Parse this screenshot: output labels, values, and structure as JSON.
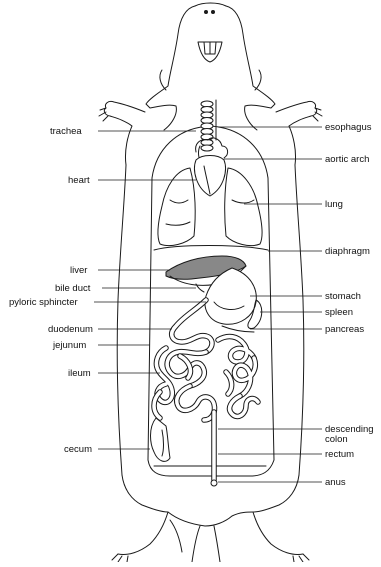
{
  "labels_left": [
    {
      "key": "trachea",
      "text": "trachea"
    },
    {
      "key": "heart",
      "text": "heart"
    },
    {
      "key": "liver",
      "text": "liver"
    },
    {
      "key": "bile_duct",
      "text": "bile duct"
    },
    {
      "key": "pyloric_sphincter",
      "text": "pyloric sphincter"
    },
    {
      "key": "duodenum",
      "text": "duodenum"
    },
    {
      "key": "jejunum",
      "text": "jejunum"
    },
    {
      "key": "ileum",
      "text": "ileum"
    },
    {
      "key": "cecum",
      "text": "cecum"
    }
  ],
  "labels_right": [
    {
      "key": "esophagus",
      "text": "esophagus"
    },
    {
      "key": "aortic_arch",
      "text": "aortic arch"
    },
    {
      "key": "lung",
      "text": "lung"
    },
    {
      "key": "diaphragm",
      "text": "diaphragm"
    },
    {
      "key": "stomach",
      "text": "stomach"
    },
    {
      "key": "spleen",
      "text": "spleen"
    },
    {
      "key": "pancreas",
      "text": "pancreas"
    },
    {
      "key": "descending_colon_1",
      "text": "descending"
    },
    {
      "key": "descending_colon_2",
      "text": "colon"
    },
    {
      "key": "rectum",
      "text": "rectum"
    },
    {
      "key": "anus",
      "text": "anus"
    }
  ],
  "style": {
    "ink": "#1a1a1a",
    "background": "#ffffff",
    "liver_fill": "#888888"
  }
}
